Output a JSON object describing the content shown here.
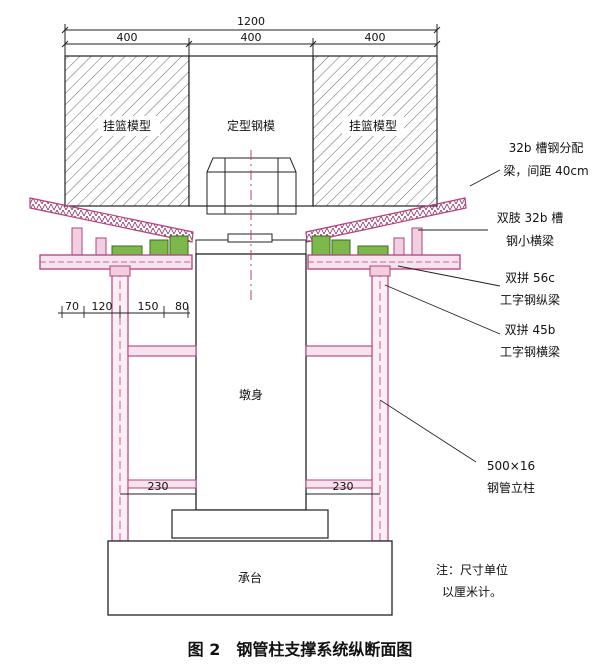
{
  "dimensions": {
    "total": "1200",
    "left": "400",
    "middle": "400",
    "right": "400",
    "d70": "70",
    "d120": "120",
    "d150": "150",
    "d80": "80",
    "left_230": "230",
    "right_230": "230"
  },
  "labels": {
    "hanging_basket_left": "挂篮模型",
    "fixed_steel_form": "定型钢模",
    "hanging_basket_right": "挂篮模型",
    "pier_body": "墩身",
    "pile_cap": "承台"
  },
  "callouts": {
    "c1_line1": "32b 槽钢分配",
    "c1_line2": "梁，间距 40cm",
    "c2_line1": "双肢 32b 槽",
    "c2_line2": "钢小横梁",
    "c3_line1": "双拼 56c",
    "c3_line2": "工字钢纵梁",
    "c4_line1": "双拼 45b",
    "c4_line2": "工字钢横梁",
    "c5_line1": "500×16",
    "c5_line2": "钢管立柱"
  },
  "note": {
    "line1": "注：尺寸单位",
    "line2": "以厘米计。"
  },
  "caption": "图 2　钢管柱支撑系统纵断面图",
  "colors": {
    "steel_magenta": "#b5407e",
    "support_green": "#7db84a",
    "line": "#222222"
  }
}
